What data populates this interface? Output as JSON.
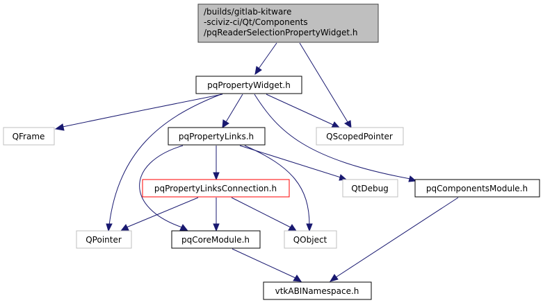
{
  "title": "Include dependency graph for pqReaderSelectionPropertyWidget.h",
  "colors": {
    "edge": "#191970",
    "root_fill": "#bfbfbf",
    "root_border": "#404040",
    "node_border": "#000000",
    "external_border": "#bfbfbf",
    "highlight_border": "#ff0000",
    "node_fill": "#ffffff"
  },
  "nodes": {
    "root": {
      "lines": [
        "/builds/gitlab-kitware",
        "-sciviz-ci/Qt/Components",
        "/pqReaderSelectionPropertyWidget.h"
      ],
      "style": "root"
    },
    "pqPropertyWidget": {
      "label": "pqPropertyWidget.h",
      "style": "normal"
    },
    "QFrame": {
      "label": "QFrame",
      "style": "external"
    },
    "pqPropertyLinks": {
      "label": "pqPropertyLinks.h",
      "style": "normal"
    },
    "QScopedPointer": {
      "label": "QScopedPointer",
      "style": "external"
    },
    "pqPropertyLinksConnection": {
      "label": "pqPropertyLinksConnection.h",
      "style": "highlight"
    },
    "QtDebug": {
      "label": "QtDebug",
      "style": "external"
    },
    "pqComponentsModule": {
      "label": "pqComponentsModule.h",
      "style": "normal"
    },
    "QPointer": {
      "label": "QPointer",
      "style": "external"
    },
    "pqCoreModule": {
      "label": "pqCoreModule.h",
      "style": "normal"
    },
    "QObject": {
      "label": "QObject",
      "style": "external"
    },
    "vtkABINamespace": {
      "label": "vtkABINamespace.h",
      "style": "normal"
    }
  },
  "edges": [
    {
      "from": "root",
      "to": "pqPropertyWidget"
    },
    {
      "from": "root",
      "to": "QScopedPointer"
    },
    {
      "from": "pqPropertyWidget",
      "to": "QFrame"
    },
    {
      "from": "pqPropertyWidget",
      "to": "pqPropertyLinks"
    },
    {
      "from": "pqPropertyWidget",
      "to": "QScopedPointer"
    },
    {
      "from": "pqPropertyWidget",
      "to": "pqComponentsModule"
    },
    {
      "from": "pqPropertyWidget",
      "to": "QPointer"
    },
    {
      "from": "pqPropertyLinks",
      "to": "pqPropertyLinksConnection"
    },
    {
      "from": "pqPropertyLinks",
      "to": "QtDebug"
    },
    {
      "from": "pqPropertyLinks",
      "to": "pqCoreModule"
    },
    {
      "from": "pqPropertyLinks",
      "to": "QObject"
    },
    {
      "from": "pqPropertyLinksConnection",
      "to": "QPointer"
    },
    {
      "from": "pqPropertyLinksConnection",
      "to": "pqCoreModule"
    },
    {
      "from": "pqPropertyLinksConnection",
      "to": "QObject"
    },
    {
      "from": "pqCoreModule",
      "to": "vtkABINamespace"
    },
    {
      "from": "pqComponentsModule",
      "to": "vtkABINamespace"
    }
  ]
}
